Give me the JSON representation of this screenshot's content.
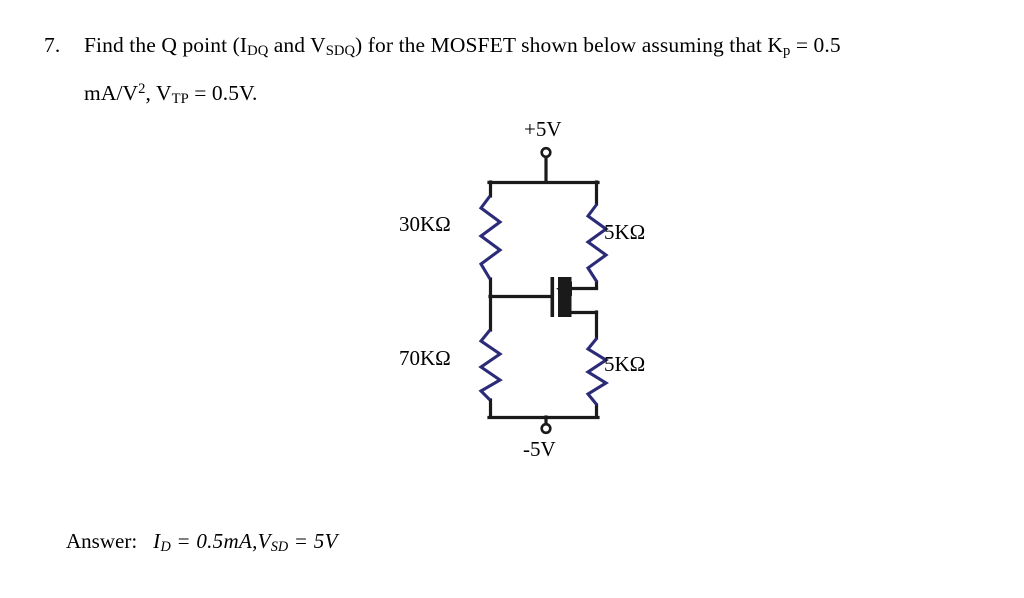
{
  "problem": {
    "number": "7.",
    "line1_part1": "Find the Q point (I",
    "line1_sub1": "DQ",
    "line1_part2": " and V",
    "line1_sub2": "SDQ",
    "line1_part3": ") for the MOSFET shown below assuming that K",
    "line1_sub3": "p",
    "line1_part4": " = 0.5",
    "line2_part1": "mA/V",
    "line2_sup1": "2",
    "line2_part2": ", V",
    "line2_sub2": "TP",
    "line2_part3": " = 0.5V.",
    "full_line1": "7. Find the Q point (IDQ and VSDQ) for the MOSFET shown below assuming that Kp = 0.5",
    "full_line2": "mA/V2, VTP = 0.5V."
  },
  "circuit": {
    "supply_positive": "+5V",
    "supply_negative": "-5V",
    "resistor_top_left": "30KΩ",
    "resistor_bottom_left": "70KΩ",
    "resistor_top_right": "5KΩ",
    "resistor_bottom_right": "5KΩ",
    "device": "p-channel-mosfet",
    "wire_color": "#1a1a1a",
    "resistor_color": "#2b2b78"
  },
  "answer": {
    "label": "Answer:",
    "current_symbol": "I",
    "current_sub": "D",
    "current_value": " = 0.5mA,",
    "voltage_symbol": "V",
    "voltage_sub": "SD",
    "voltage_value": " = 5V",
    "full_text": "Answer: ID = 0.5mA, VSD = 5V"
  }
}
